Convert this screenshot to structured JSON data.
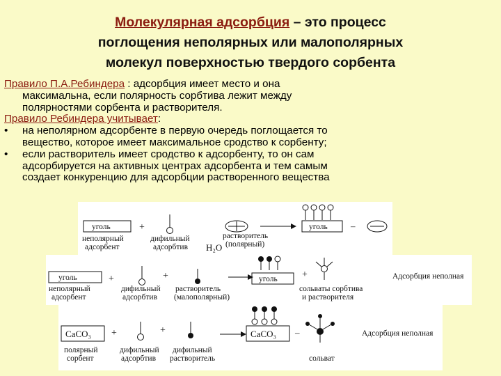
{
  "title": {
    "term": "Молекулярная адсорбция",
    "rest_line1": " – это процесс",
    "line2": "поглощения неполярных или малополярных",
    "line3": "молекул поверхностью твердого сорбента"
  },
  "rule": {
    "name": "Правило П.А.Ребиндера",
    "text_line1": " : адсорбция имеет место и она",
    "text_line2": "максимальна, если полярность сорбтива лежит между",
    "text_line3": "полярностями сорбента и растворителя."
  },
  "considers": {
    "label": "Правило Ребиндера учитывает",
    "colon": ":"
  },
  "bullets": [
    {
      "marker": "•",
      "line1": "на неполярном адсорбенте в первую очередь поглощается то",
      "line2": "вещество, которое имеет максимальное сродство к сорбенту;"
    },
    {
      "marker": "•",
      "line1": "если растворитель имеет сродство к адсорбенту, то он сам",
      "line2": "адсорбируется на активных центрах адсорбента и тем самым",
      "line3": "создает конкуренцию для адсорбции растворенного вещества"
    }
  ],
  "diagram1": {
    "box1": "уголь",
    "lab1a": "неполярный",
    "lab1b": "адсорбент",
    "plus": "+",
    "lab2a": "дифильный",
    "lab2b": "адсорбтив",
    "lab3a": "растворитель",
    "lab3b": "(полярный)",
    "formula": "H₂O",
    "box2": "уголь",
    "minus": "–"
  },
  "diagram2": {
    "box1": "уголь",
    "lab1a": "неполярный",
    "lab1b": "адсорбент",
    "plus1": "+",
    "lab2a": "дифильный",
    "lab2b": "адсорбтив",
    "plus2": "+",
    "lab3a": "растворитель",
    "lab3b": "(малополярный)",
    "box2": "уголь",
    "lab5a": "сольваты сорбтива",
    "lab5b": "и растворителя",
    "result": "Адсорбция неполная"
  },
  "diagram3": {
    "box1": "CaCO₃",
    "lab1a": "полярный",
    "lab1b": "сорбент",
    "plus1": "+",
    "lab2a": "дифильный",
    "lab2b": "адсорбтив",
    "plus2": "+",
    "lab3a": "дифильный",
    "lab3b": "растворитель",
    "box2": "CaCO₃",
    "minus": "–",
    "lab5": "сольват",
    "result": "Адсорбция неполная"
  }
}
